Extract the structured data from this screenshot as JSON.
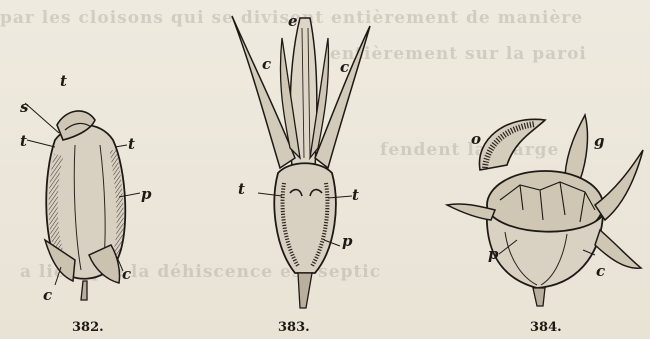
{
  "show_through_text": [
    "par les cloisons qui se divisent entièrement de manière",
    "entièrement sur la paroi",
    "fendent la marge",
    "a lieu que la déhiscence est septicide"
  ],
  "figures": [
    {
      "number": "382.",
      "labels": {
        "s": "s",
        "t_top": "t",
        "t_left": "t",
        "t_right": "t",
        "p": "p",
        "c_left": "c",
        "c_right": "c"
      }
    },
    {
      "number": "383.",
      "labels": {
        "e": "e",
        "c_left": "c",
        "c_right": "c",
        "t_left": "t",
        "t_right": "t",
        "p": "p"
      }
    },
    {
      "number": "384.",
      "labels": {
        "o": "o",
        "g": "g",
        "p": "p",
        "c": "c"
      }
    }
  ]
}
